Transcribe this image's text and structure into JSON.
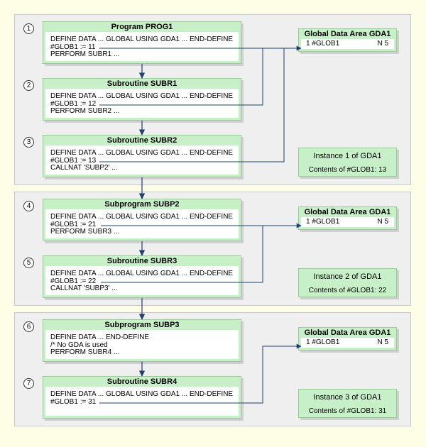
{
  "panels": [
    {
      "modules": [
        {
          "step": "1",
          "title": "Program PROG1",
          "lines": [
            "DEFINE DATA ... GLOBAL USING GDA1 ... END-DEFINE",
            "#GLOB1 := 11",
            "PERFORM SUBR1 ..."
          ]
        },
        {
          "step": "2",
          "title": "Subroutine SUBR1",
          "lines": [
            "DEFINE DATA ... GLOBAL USING GDA1 ... END-DEFINE",
            "#GLOB1 := 12",
            "PERFORM SUBR2 ..."
          ]
        },
        {
          "step": "3",
          "title": "Subroutine SUBR2",
          "lines": [
            "DEFINE DATA ... GLOBAL USING GDA1 ... END-DEFINE",
            "#GLOB1 := 13",
            "CALLNAT 'SUBP2' ..."
          ]
        }
      ],
      "gda": {
        "title": "Global Data Area GDA1",
        "field": "1 #GLOB1",
        "format": "N 5"
      },
      "instance": {
        "title": "Instance 1 of GDA1",
        "contents": "Contents of #GLOB1: 13"
      }
    },
    {
      "modules": [
        {
          "step": "4",
          "title": "Subprogram SUBP2",
          "lines": [
            "DEFINE DATA ... GLOBAL USING GDA1 ... END-DEFINE",
            "#GLOB1 := 21",
            "PERFORM SUBR3 ..."
          ]
        },
        {
          "step": "5",
          "title": "Subroutine SUBR3",
          "lines": [
            "DEFINE DATA ... GLOBAL USING GDA1 ... END-DEFINE",
            "#GLOB1 := 22",
            "CALLNAT 'SUBP3' ..."
          ]
        }
      ],
      "gda": {
        "title": "Global Data Area GDA1",
        "field": "1 #GLOB1",
        "format": "N 5"
      },
      "instance": {
        "title": "Instance 2 of GDA1",
        "contents": "Contents of #GLOB1: 22"
      }
    },
    {
      "modules": [
        {
          "step": "6",
          "title": "Subprogram SUBP3",
          "lines": [
            "DEFINE DATA ... END-DEFINE",
            "/* No GDA is used",
            "PERFORM SUBR4 ..."
          ]
        },
        {
          "step": "7",
          "title": "Subroutine SUBR4",
          "lines": [
            "DEFINE DATA ... GLOBAL USING GDA1 ... END-DEFINE",
            "#GLOB1 := 31"
          ]
        }
      ],
      "gda": {
        "title": "Global Data Area GDA1",
        "field": "1 #GLOB1",
        "format": "N 5"
      },
      "instance": {
        "title": "Instance 3 of GDA1",
        "contents": "Contents of #GLOB1: 31"
      }
    }
  ],
  "colors": {
    "module_fill": "#c8f0c8",
    "panel_fill": "#efefef",
    "page_bg": "#fefde6",
    "arrow": "#1f3f6f"
  }
}
